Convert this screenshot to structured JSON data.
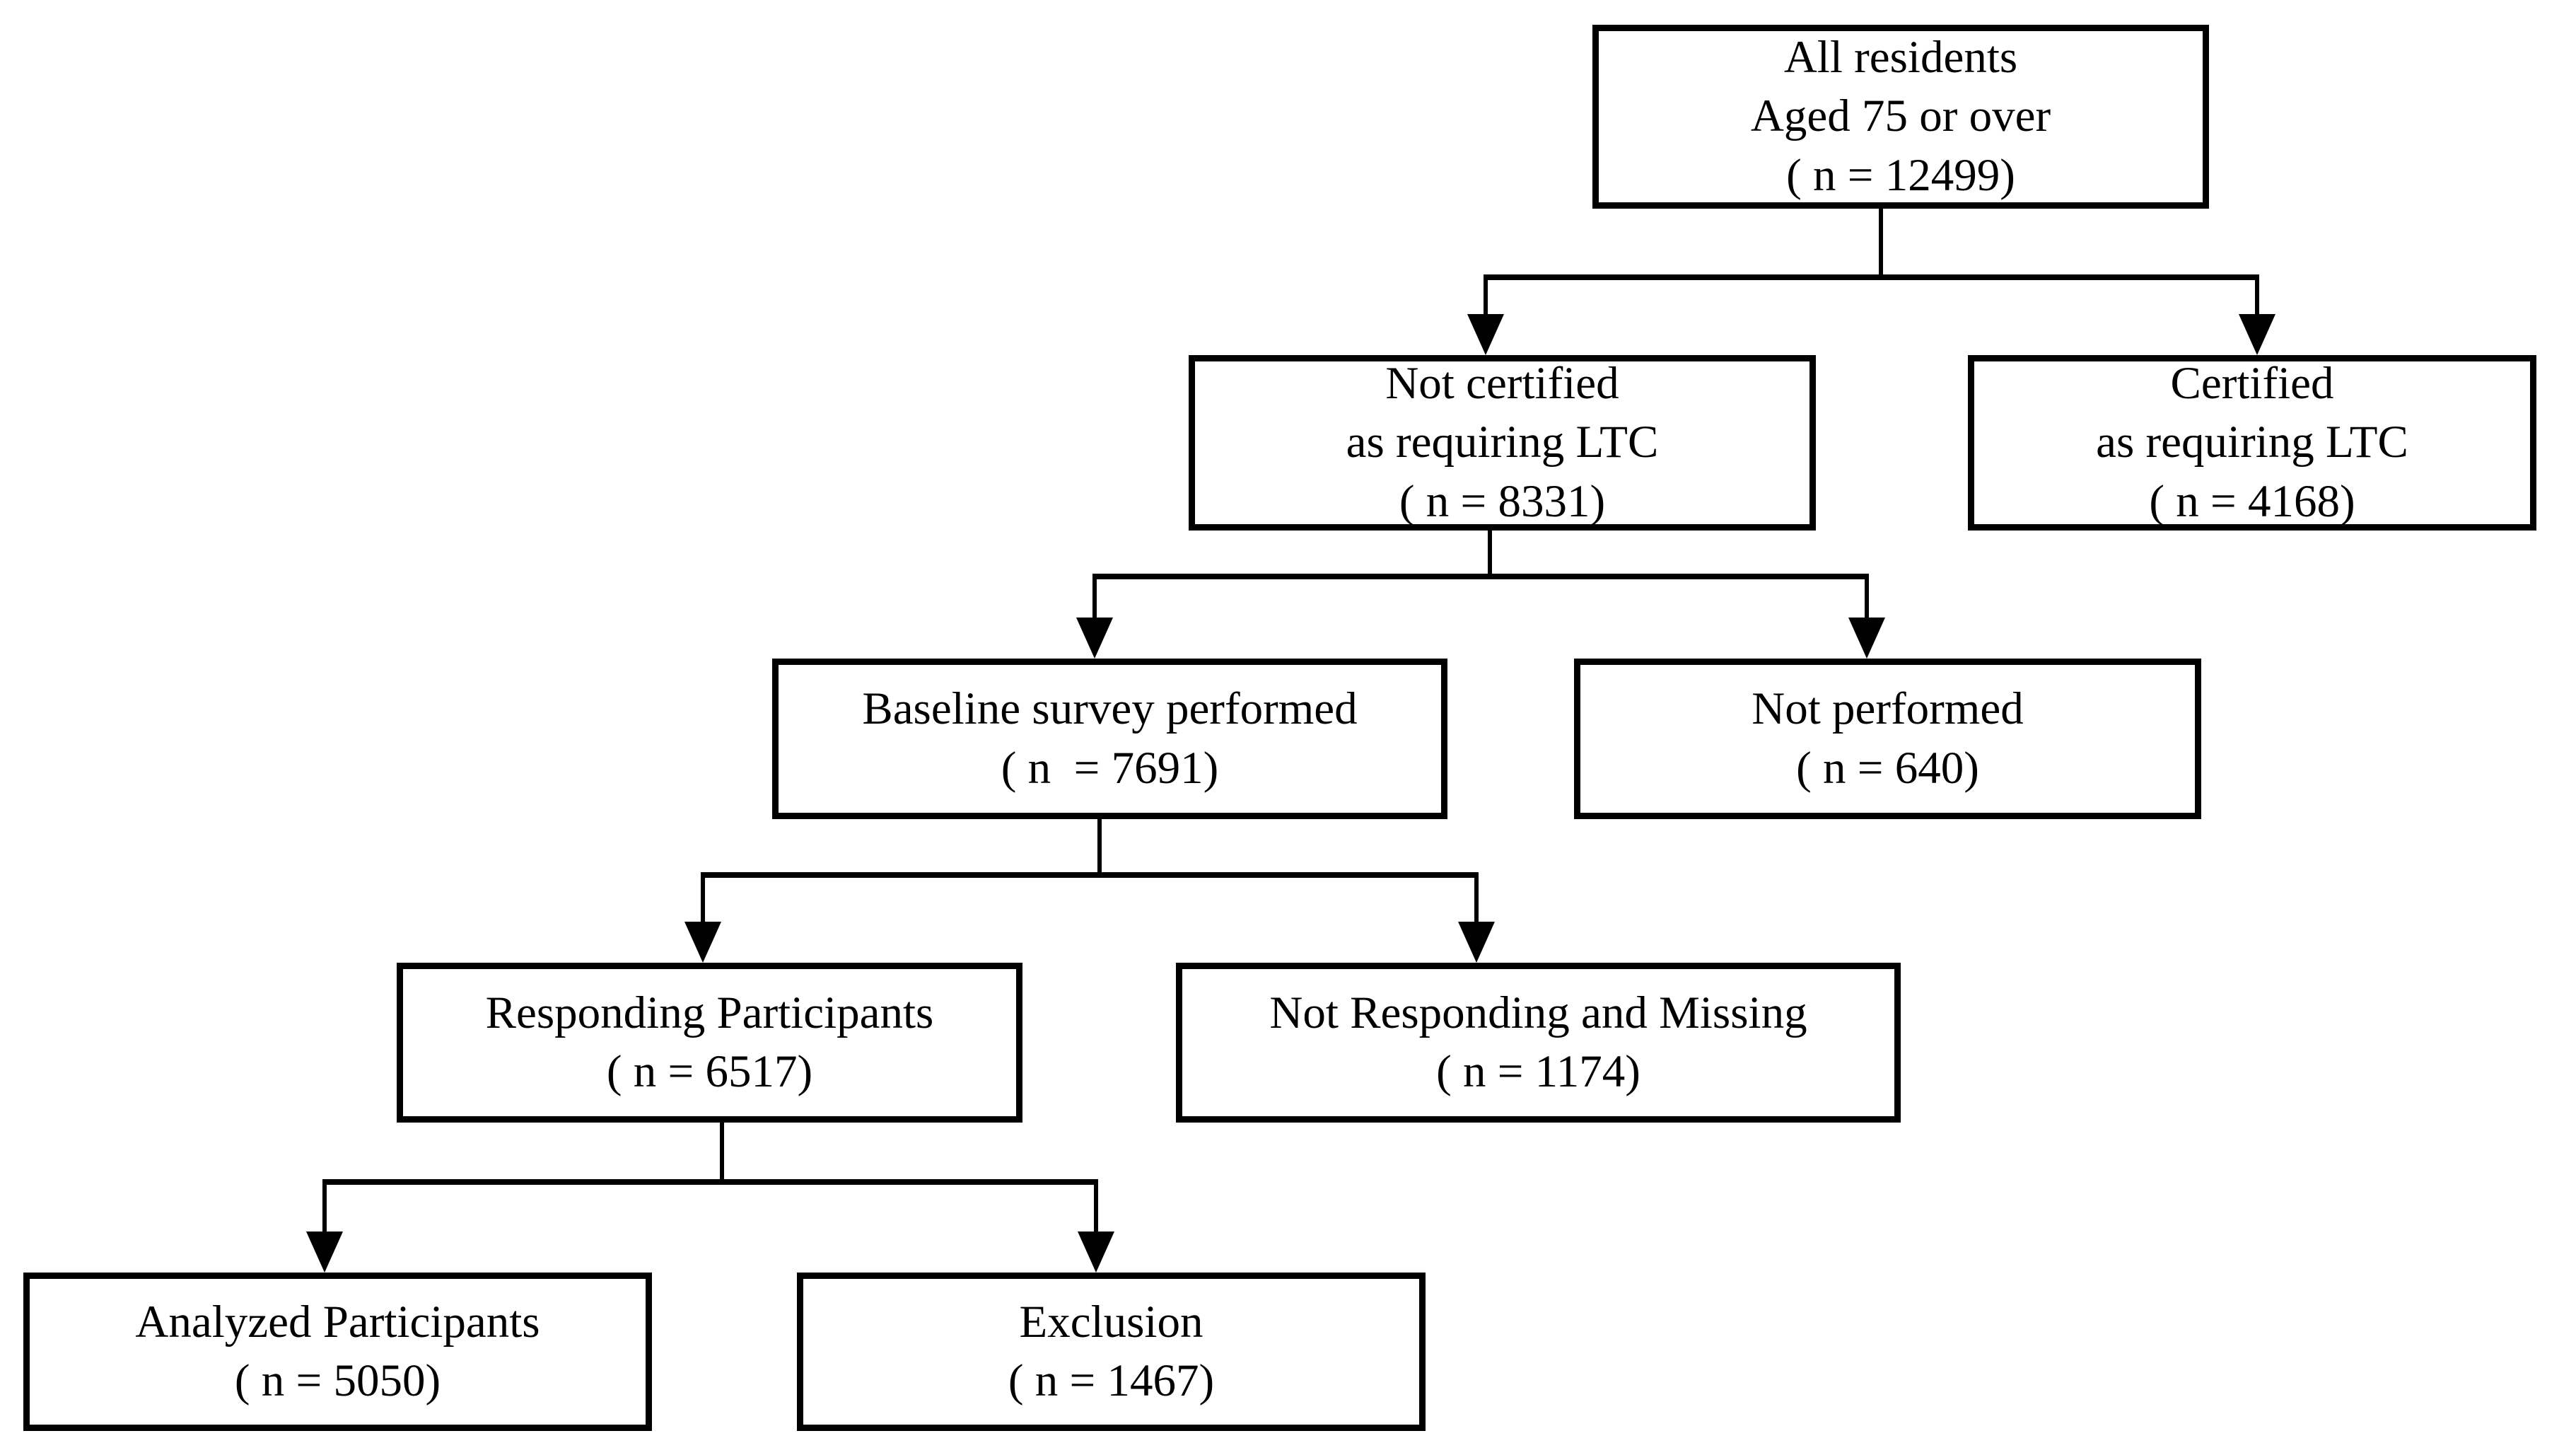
{
  "colors": {
    "ink": "#000000",
    "background": "#ffffff"
  },
  "nodes": {
    "all_residents": {
      "line1": "All residents",
      "line2": "Aged 75 or over",
      "count": "( n = 12499)"
    },
    "not_certified": {
      "line1": "Not certified",
      "line2": "as requiring LTC",
      "count": "( n = 8331)"
    },
    "certified": {
      "line1": "Certified",
      "line2": "as requiring LTC",
      "count": "( n = 4168)"
    },
    "baseline_survey": {
      "line1": "Baseline survey performed",
      "count": "( n  = 7691)"
    },
    "not_performed": {
      "line1": "Not performed",
      "count": "( n = 640)"
    },
    "responding": {
      "line1": "Responding Participants",
      "count": "( n = 6517)"
    },
    "not_responding": {
      "line1": "Not Responding and Missing",
      "count": "( n = 1174)"
    },
    "analyzed": {
      "line1": "Analyzed Participants",
      "count": "( n = 5050)"
    },
    "exclusion": {
      "line1": "Exclusion",
      "count": "( n = 1467)"
    }
  },
  "edges": [
    {
      "from": "all_residents",
      "to": "not_certified"
    },
    {
      "from": "all_residents",
      "to": "certified"
    },
    {
      "from": "not_certified",
      "to": "baseline_survey"
    },
    {
      "from": "not_certified",
      "to": "not_performed"
    },
    {
      "from": "baseline_survey",
      "to": "responding"
    },
    {
      "from": "baseline_survey",
      "to": "not_responding"
    },
    {
      "from": "responding",
      "to": "analyzed"
    },
    {
      "from": "responding",
      "to": "exclusion"
    }
  ]
}
